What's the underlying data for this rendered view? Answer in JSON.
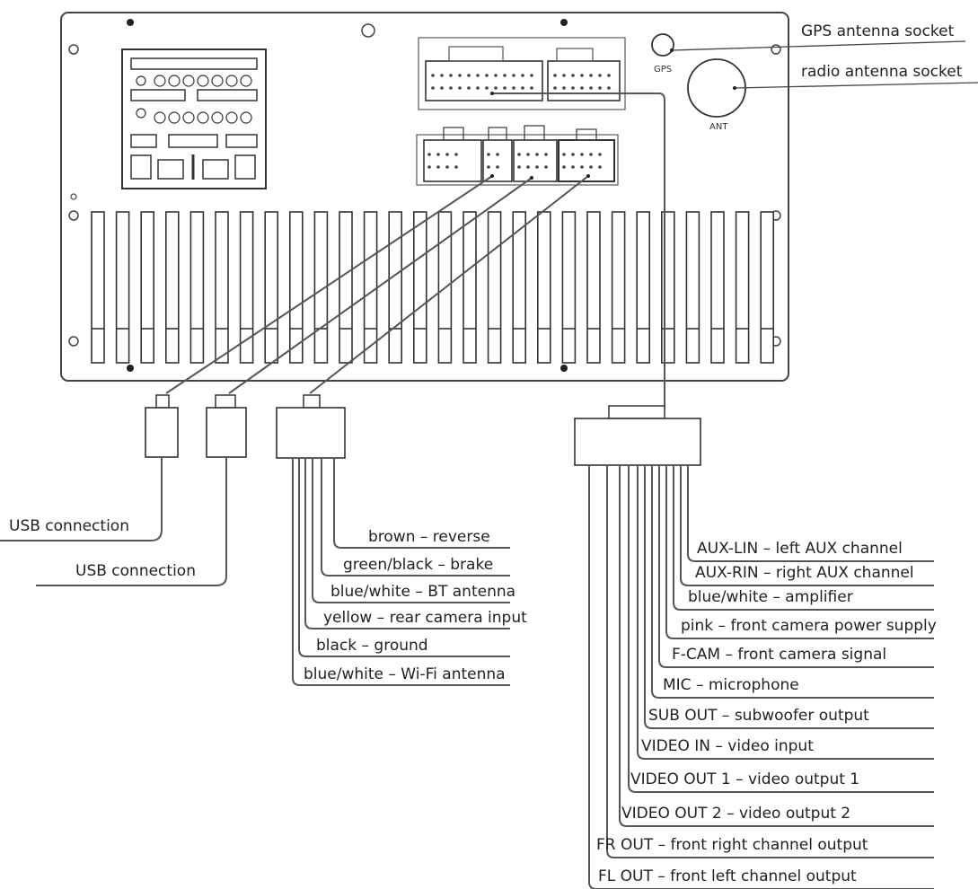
{
  "panel": {
    "gps_label": "GPS",
    "ant_label": "ANT"
  },
  "callouts": {
    "gps_socket": "GPS antenna socket",
    "radio_socket": "radio antenna socket"
  },
  "usb": {
    "usb1": "USB connection",
    "usb2": "USB connection"
  },
  "middle_wires": [
    "brown – reverse",
    "green/black – brake",
    "blue/white – BT antenna",
    "yellow – rear camera input",
    "black – ground",
    "blue/white – Wi-Fi antenna"
  ],
  "right_wires": [
    "AUX-LIN – left AUX channel",
    "AUX-RIN – right AUX channel",
    "blue/white – amplifier",
    "pink – front camera power supply",
    "F-CAM – front camera signal",
    "MIC – microphone",
    "SUB OUT – subwoofer output",
    "VIDEO IN – video input",
    "VIDEO OUT 1 – video output 1",
    "VIDEO OUT 2 – video output 2",
    "FR OUT – front right channel output",
    "FL OUT – front left channel output"
  ]
}
